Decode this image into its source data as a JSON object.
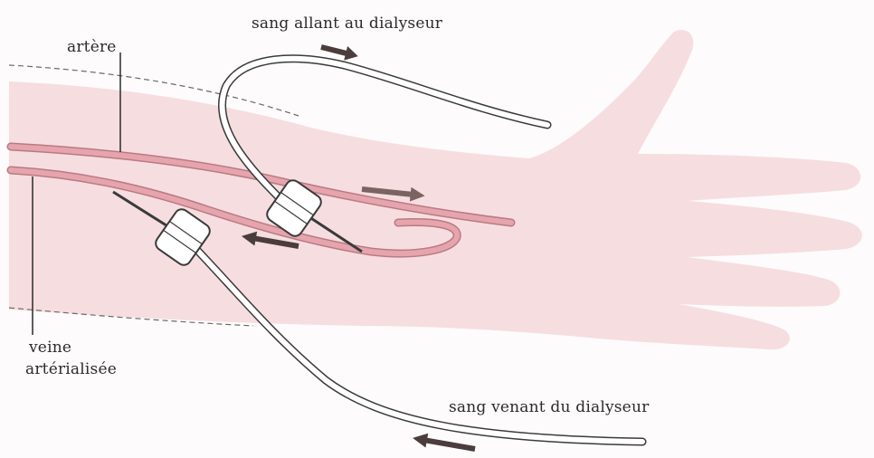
{
  "labels": {
    "artery": "artère",
    "vein_line1": "veine",
    "vein_line2": "artérialisée",
    "blood_to_dialyzer": "sang allant au dialyseur",
    "blood_from_dialyzer": "sang venant du dialyseur"
  },
  "colors": {
    "skin": "#f6dde0",
    "skin_edge": "#eac3c8",
    "vessel": "#e6a4ad",
    "vessel_edge": "#b97a84",
    "tube": "#ffffff",
    "tube_edge": "#3a3a3a",
    "arrow": "#4a3d3b",
    "arrow_light": "#7a6462"
  }
}
